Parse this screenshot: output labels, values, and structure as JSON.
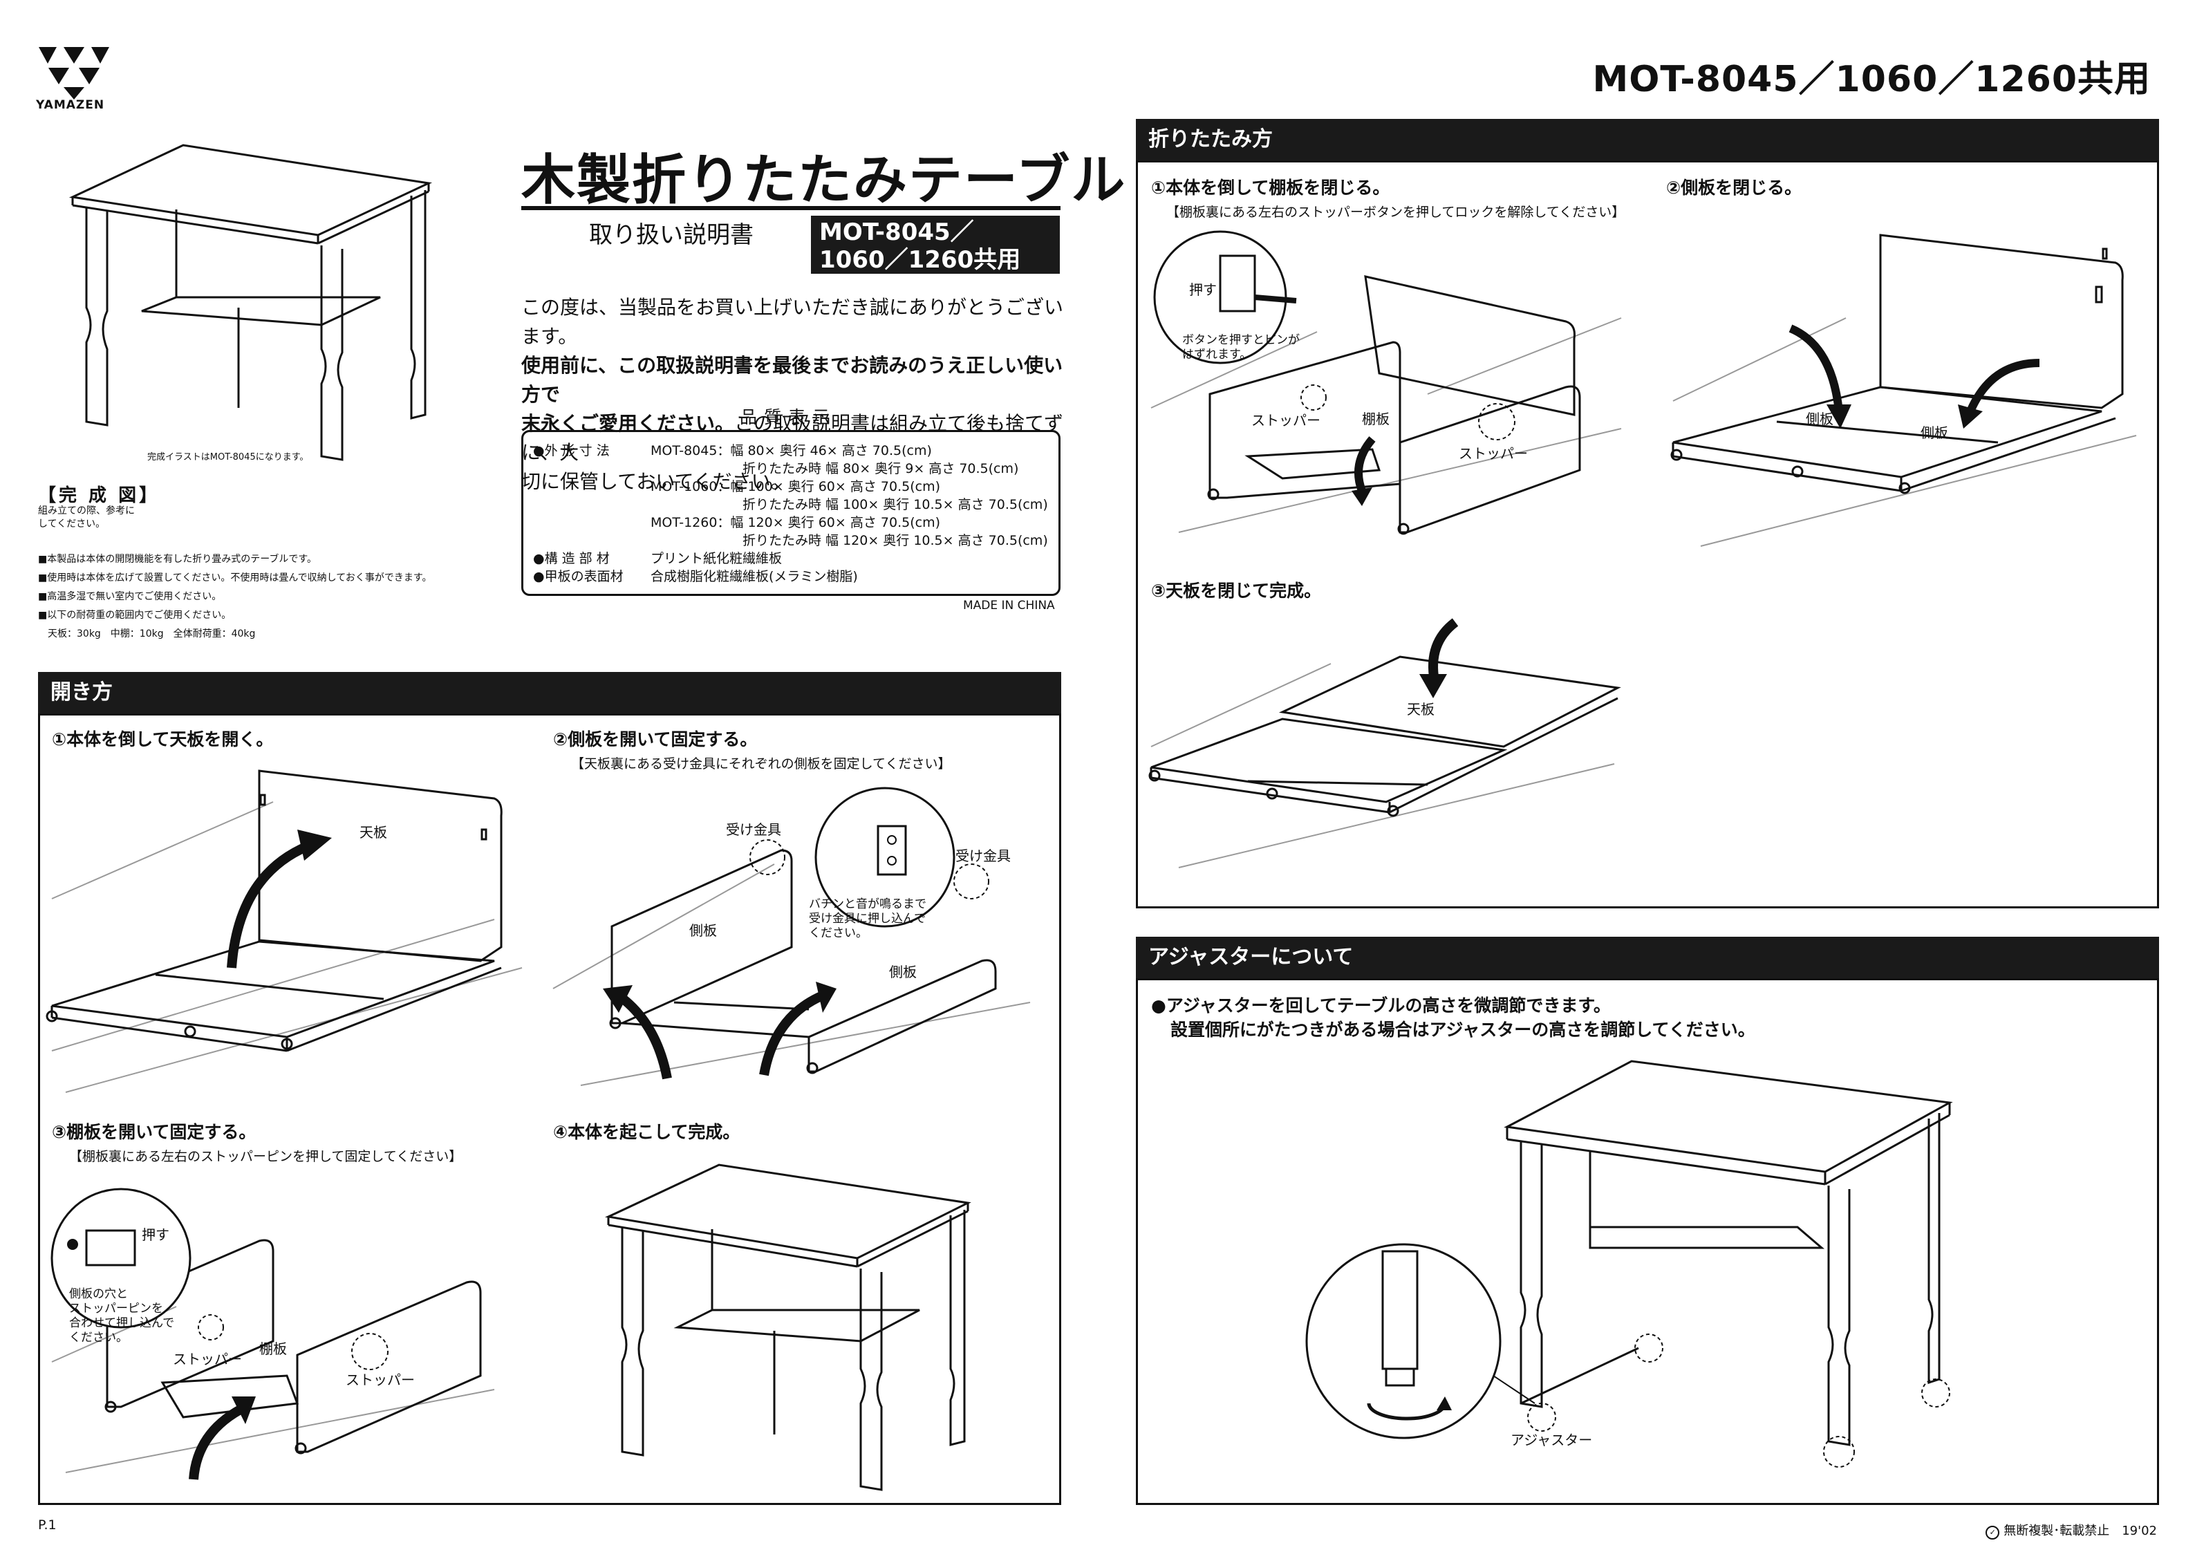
{
  "brand": {
    "name": "YAMAZEN"
  },
  "header": {
    "model_models": "MOT-8045／1060／1260共用"
  },
  "title": {
    "main": "木製折りたたみテーブル",
    "manual": "取り扱い説明書",
    "model_line1": "MOT-8045／",
    "model_line2": "1060／1260共用"
  },
  "intro": {
    "line1": "この度は、当製品をお買い上げいただき誠にありがとうございます。",
    "line2": "使用前に、この取扱説明書を最後までお読みのうえ正しい使い方で",
    "line3_bold": "末永くご愛用ください。",
    "line3_rest": "この取扱説明書は組み立て後も捨てずに、大",
    "line4": "切に保管しておいてください。"
  },
  "quality": {
    "title": "品質表示",
    "rows": [
      {
        "label": "●外 形 寸 法",
        "value": "MOT-8045：幅 80× 奥行 46× 高さ 70.5(cm)"
      },
      {
        "label": "",
        "value": "　　　　　　　折りたたみ時 幅 80× 奥行 9× 高さ 70.5(cm)"
      },
      {
        "label": "",
        "value": "MOT-1060：幅 100× 奥行 60× 高さ 70.5(cm)"
      },
      {
        "label": "",
        "value": "　　　　　　　折りたたみ時 幅 100× 奥行 10.5× 高さ 70.5(cm)"
      },
      {
        "label": "",
        "value": "MOT-1260：幅 120× 奥行 60× 高さ 70.5(cm)"
      },
      {
        "label": "",
        "value": "　　　　　　　折りたたみ時 幅 120× 奥行 10.5× 高さ 70.5(cm)"
      },
      {
        "label": "●構 造 部 材",
        "value": "プリント紙化粧繊維板"
      },
      {
        "label": "●甲板の表面材",
        "value": "合成樹脂化粧繊維板(メラミン樹脂)"
      }
    ],
    "made_in": "MADE IN CHINA"
  },
  "complete": {
    "figure_caption": "完成イラストはMOT-8045になります。",
    "title": "【完 成 図】",
    "note_line1": "組み立ての際、参考に",
    "note_line2": "してください。",
    "notes": [
      "■本製品は本体の開閉機能を有した折り畳み式のテーブルです。",
      "■使用時は本体を広げて設置してください。不使用時は畳んで収納しておく事ができます。",
      "■高温多湿で無い室内でご使用ください。",
      "■以下の耐荷重の範囲内でご使用ください。",
      "　天板：30kg　中棚：10kg　全体耐荷重：40kg"
    ]
  },
  "opening": {
    "title": "開き方",
    "step1": {
      "title": "①本体を倒して天板を開く。",
      "label_top": "天板"
    },
    "step2": {
      "title": "②側板を開いて固定する。",
      "sub": "【天板裏にある受け金具にそれぞれの側板を固定してください】",
      "label_bracket": "受け金具",
      "label_side": "側板",
      "callout_line1": "バチンと音が鳴るまで",
      "callout_line2": "受け金具に押し込んで",
      "callout_line3": "ください。"
    },
    "step3": {
      "title": "③棚板を開いて固定する。",
      "sub": "【棚板裏にある左右のストッパーピンを押して固定してください】",
      "label_push": "押す",
      "callout_line1": "側板の穴と",
      "callout_line2": "ストッパーピンを",
      "callout_line3": "合わせて押し込んで",
      "callout_line4": "ください。",
      "label_stopper": "ストッパー",
      "label_shelf": "棚板"
    },
    "step4": {
      "title": "④本体を起こして完成。"
    }
  },
  "folding": {
    "title": "折りたたみ方",
    "step1": {
      "title": "①本体を倒して棚板を閉じる。",
      "sub": "【棚板裏にある左右のストッパーボタンを押してロックを解除してください】",
      "label_push": "押す",
      "callout_line1": "ボタンを押すとピンが",
      "callout_line2": "はずれます。",
      "label_stopper": "ストッパー",
      "label_shelf": "棚板"
    },
    "step2": {
      "title": "②側板を閉じる。",
      "label_side": "側板"
    },
    "step3": {
      "title": "③天板を閉じて完成。",
      "label_top": "天板"
    }
  },
  "adjuster": {
    "title": "アジャスターについて",
    "line1": "●アジャスターを回してテーブルの高さを微調節できます。",
    "line2": "設置個所にがたつきがある場合はアジャスターの高さを調節してください。",
    "label": "アジャスター"
  },
  "footer": {
    "page": "P.1",
    "copyright": "無断複製･転載禁止　19'02"
  }
}
